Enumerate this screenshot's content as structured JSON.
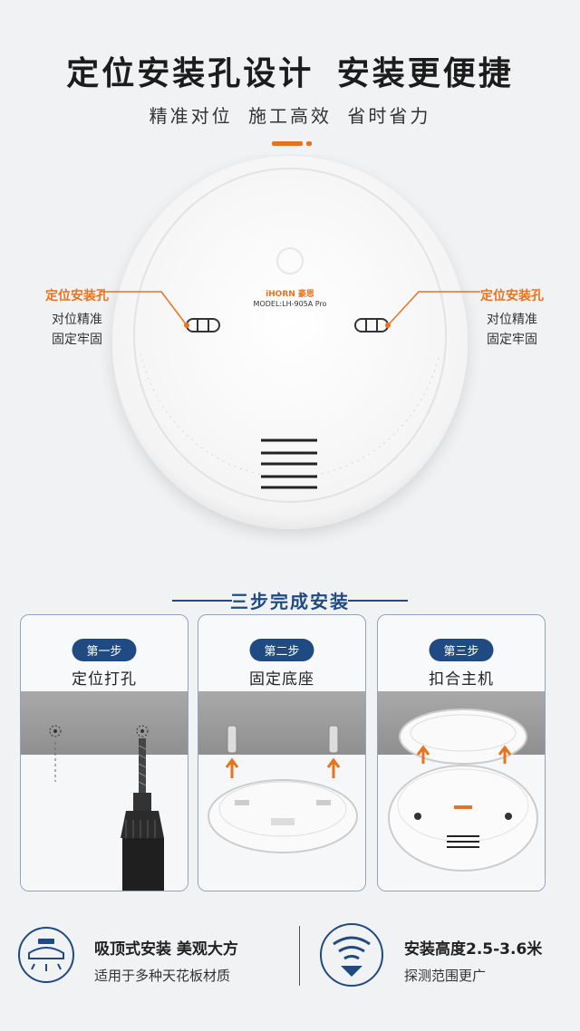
{
  "header": {
    "title": "定位安装孔设计  安装更便捷",
    "subtitle": "精准对位  施工高效  省时省力"
  },
  "product": {
    "brand": "iHORN 豪恩",
    "model": "MODEL:LH-905A Pro"
  },
  "callouts": {
    "left": {
      "title": "定位安装孔",
      "line1": "对位精准",
      "line2": "固定牢固"
    },
    "right": {
      "title": "定位安装孔",
      "line1": "对位精准",
      "line2": "固定牢固"
    }
  },
  "steps_section": {
    "title": "三步完成安装",
    "steps": [
      {
        "badge": "第一步",
        "label": "定位打孔"
      },
      {
        "badge": "第二步",
        "label": "固定底座"
      },
      {
        "badge": "第三步",
        "label": "扣合主机"
      }
    ]
  },
  "features": [
    {
      "icon": "ceiling-detector-icon",
      "line1": "吸顶式安装  美观大方",
      "line2": "适用于多种天花板材质"
    },
    {
      "icon": "detection-waves-icon",
      "line1": "安装高度2.5-3.6米",
      "line2": "探测范围更广"
    }
  ],
  "colors": {
    "accent": "#e8731f",
    "primary": "#1f4b82",
    "background": "#f1f2f4"
  }
}
